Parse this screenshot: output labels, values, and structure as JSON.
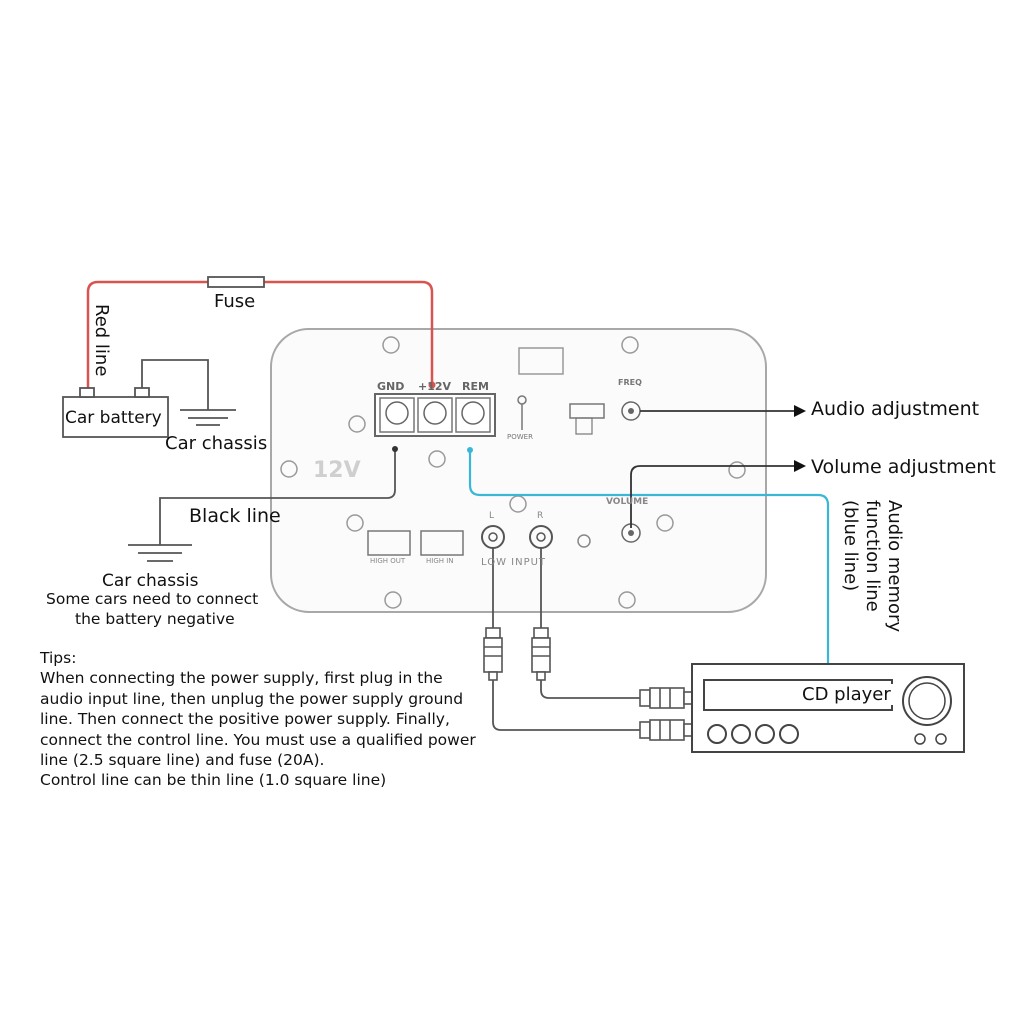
{
  "labels": {
    "fuse": "Fuse",
    "red_line": "Red line",
    "car_battery": "Car battery",
    "car_chassis_top": "Car chassis",
    "black_line": "Black line",
    "car_chassis_bottom": "Car chassis",
    "chassis_note_1": "Some cars need to connect",
    "chassis_note_2": "the battery negative",
    "audio_adjustment": "Audio adjustment",
    "volume_adjustment": "Volume adjustment",
    "memory_line_1": "Audio memory",
    "memory_line_2": "function line",
    "memory_line_3": "(blue line)",
    "cd_player": "CD player"
  },
  "panel": {
    "terminal_gnd": "GND",
    "terminal_12v": "+12V",
    "terminal_rem": "REM",
    "voltage": "12V",
    "power": "POWER",
    "freq": "FREQ",
    "volume": "VOLUME",
    "high_out": "HIGH OUT",
    "high_in": "HIGH IN",
    "low_input": "LOW  INPUT",
    "rca_left": "L",
    "rca_right": "R"
  },
  "tips": {
    "title": "Tips:",
    "lines": [
      "When connecting the power supply, first plug in the",
      "audio input line, then unplug the power supply ground",
      "line. Then connect the positive power supply. Finally,",
      "connect the control line. You must use a qualified power",
      "line (2.5 square line) and fuse (20A).",
      "Control line can be thin line (1.0 square line)"
    ]
  },
  "colors": {
    "red_wire": "#d9534f",
    "blue_wire": "#3ab7d6",
    "line": "#444444",
    "panel_stroke": "#9a9a9a"
  }
}
